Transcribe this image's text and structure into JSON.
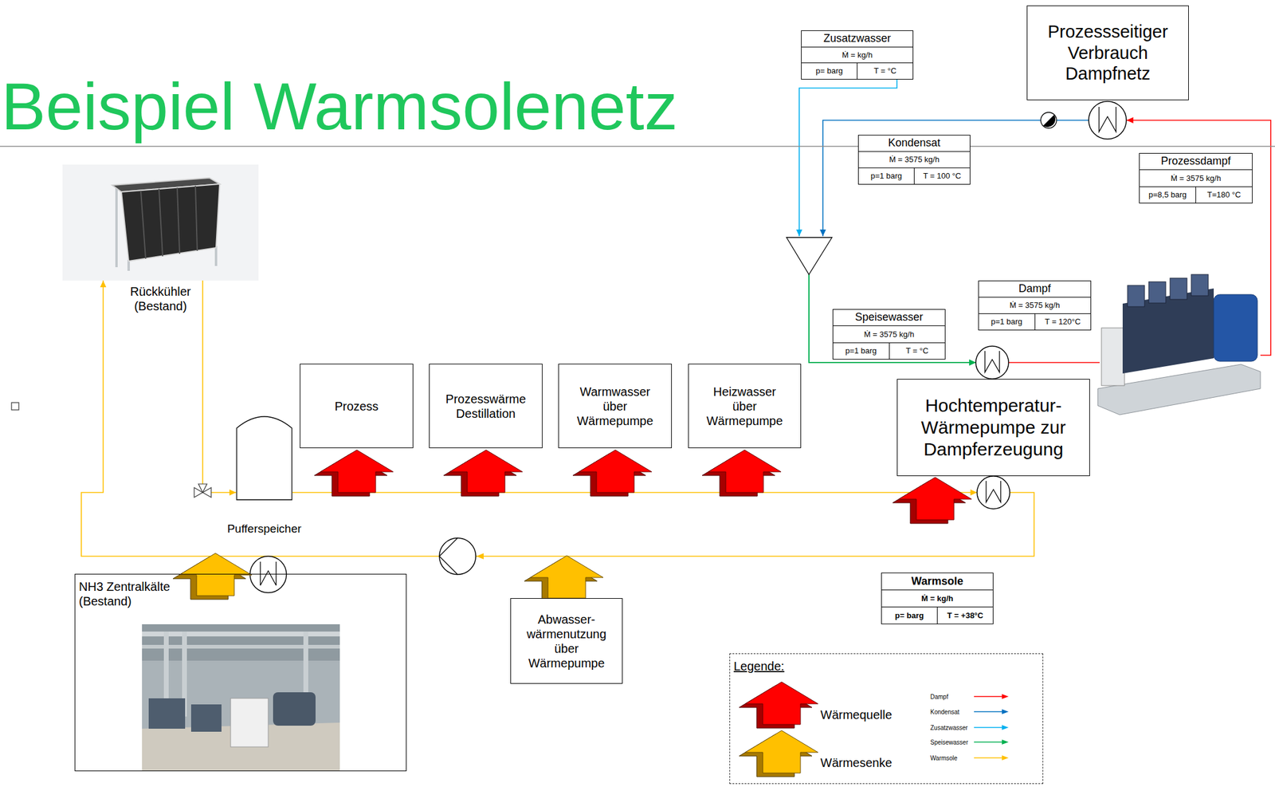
{
  "diagram": {
    "title": "Beispiel Warmsolenetz",
    "nodes": [
      {
        "text": [
          "Zusatzwasser",
          "Ṁ = kg/h",
          "p= barg",
          "T = °C"
        ]
      },
      {
        "text": [
          "Prozessseitiger Verbrauch Dampfnetz"
        ]
      },
      {
        "text": [
          "Kondensat",
          "Ṁ = 3575 kg/h",
          "p=1 barg",
          "T = 100 °C"
        ]
      },
      {
        "text": [
          "Prozessdampf",
          "Ṁ = 3575 kg/h",
          "p=8,5 barg",
          "T=180 °C"
        ]
      },
      {
        "text": [
          "Rückkühler (Bestand)"
        ]
      },
      {
        "text": [
          "Dampf",
          "Ṁ = 3575 kg/h",
          "p=1 barg",
          "T = 120°C"
        ]
      },
      {
        "text": [
          "Speisewasser",
          "Ṁ = 3575 kg/h",
          "p=1 barg",
          "T = °C"
        ]
      },
      {
        "text": [
          "Prozess"
        ]
      },
      {
        "text": [
          "Prozesswärme Destillation"
        ]
      },
      {
        "text": [
          "Warmwasser über Wärmepumpe"
        ]
      },
      {
        "text": [
          "Heizwasser über Wärmepumpe"
        ]
      },
      {
        "text": [
          "Hochtemperatur- Wärmepumpe zur Dampferzeugung"
        ]
      },
      {
        "text": [
          "Pufferspeicher"
        ]
      },
      {
        "text": [
          "NH3 Zentralkälte (Bestand)"
        ]
      },
      {
        "text": [
          "Abwasser- wärmenutzung über Wärmepumpe"
        ]
      },
      {
        "text": [
          "Warmsole",
          "Ṁ = kg/h",
          "p= barg",
          "T = +38°C"
        ]
      },
      {
        "text": [
          "Legende:"
        ]
      }
    ],
    "edges": [
      {
        "from": 12,
        "to": 11,
        "arrow": "to"
      },
      {
        "from": 11,
        "to": 4,
        "arrow": "to"
      },
      {
        "from": 4,
        "to": 12,
        "arrow": "to"
      },
      {
        "from": 11,
        "to": 1,
        "arrow": "to"
      },
      {
        "from": 1,
        "to": 11,
        "arrow": "to"
      },
      {
        "from": 0,
        "to": 11,
        "arrow": "to"
      }
    ],
    "legend": [
      {
        "text": "Wärmequelle"
      },
      {
        "text": "Wärmesenke"
      },
      {
        "text": "Dampf"
      },
      {
        "text": "Kondensat"
      },
      {
        "text": "Zusatzwasser"
      },
      {
        "text": "Speisewasser"
      },
      {
        "text": "Warmsole"
      }
    ]
  }
}
